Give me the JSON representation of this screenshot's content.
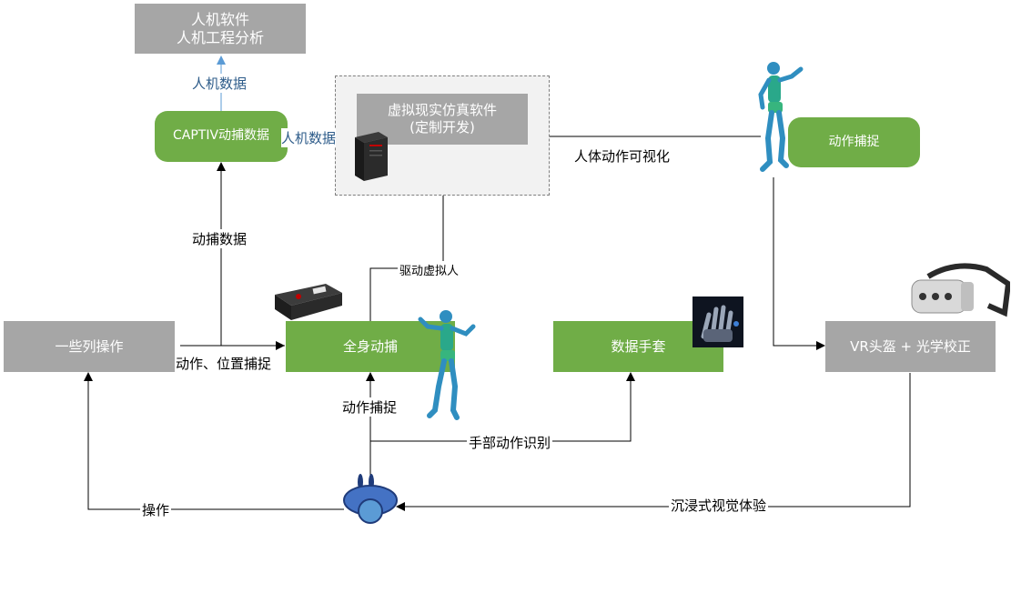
{
  "nodes": {
    "ergonomics": {
      "line1": "人机软件",
      "line2": "人机工程分析"
    },
    "captiv": {
      "label": "CAPTIV动捕数据"
    },
    "vr_sim": {
      "line1": "虚拟现实仿真软件",
      "line2": "(定制开发)"
    },
    "mocap_right": {
      "label": "动作捕捉"
    },
    "operations": {
      "label": "一些列操作"
    },
    "fullbody": {
      "label": "全身动捕"
    },
    "gloves": {
      "label": "数据手套"
    },
    "vr_headset": {
      "label": "VR头盔 + 光学校正"
    }
  },
  "edges": {
    "ergo_data": "人机数据",
    "captiv_to_sim": "人机数据",
    "mocap_data": "动捕数据",
    "drive_avatar": "驱动虚拟人",
    "body_visual": "人体动作可视化",
    "motion_position": "动作、位置捕捉",
    "motion_capture": "动作捕捉",
    "hand_recog": "手部动作识别",
    "operate": "操作",
    "immersive": "沉浸式视觉体验"
  },
  "colors": {
    "green": "#70ad47",
    "gray": "#a6a6a6",
    "blue_arrow": "#5b9bd5",
    "label_blue": "#2e5c8a"
  },
  "icons": [
    "workstation-icon",
    "mannequin-icon",
    "mocap-device-icon",
    "vr-headset-icon",
    "data-glove-icon",
    "user-top-view-icon"
  ]
}
